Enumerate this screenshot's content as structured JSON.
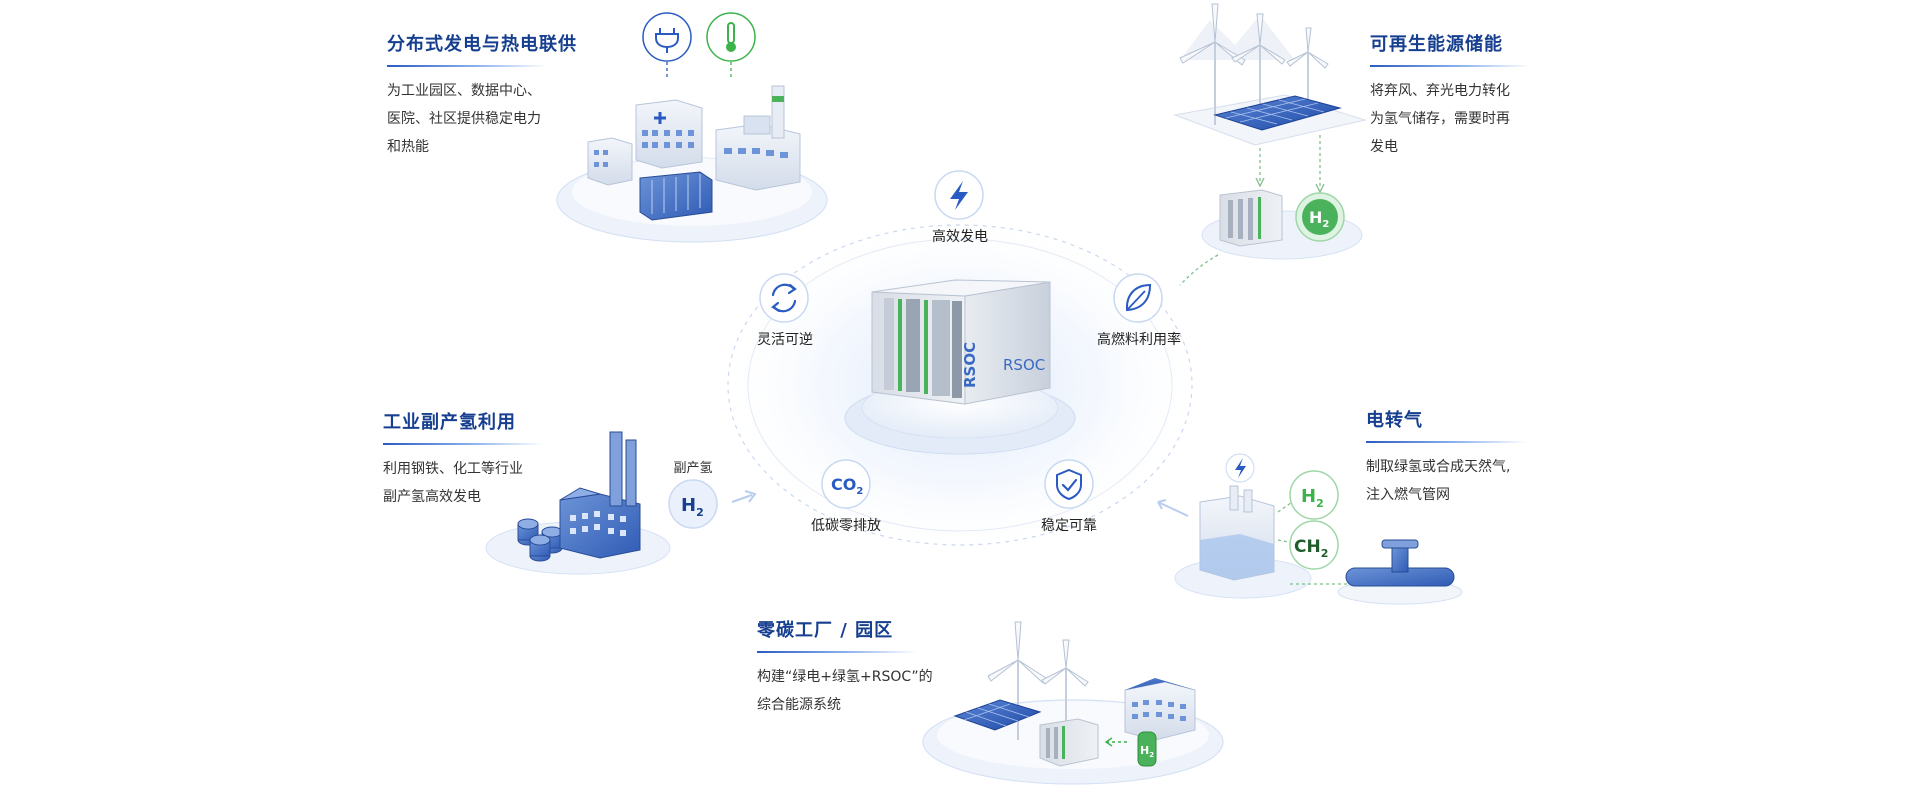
{
  "center_device_text": [
    "RSOC",
    "RSOC"
  ],
  "features": [
    {
      "label": "高效发电",
      "icon": "lightning-icon"
    },
    {
      "label": "灵活可逆",
      "icon": "cycle-arrows-icon"
    },
    {
      "label": "高燃料利用率",
      "icon": "leaf-icon"
    },
    {
      "label": "低碳零排放",
      "icon": "co2-icon",
      "icon_text": "CO",
      "icon_sub": "2"
    },
    {
      "label": "稳定可靠",
      "icon": "shield-check-icon"
    }
  ],
  "applications": {
    "chp": {
      "title": "分布式发电与热电联供",
      "desc": [
        "为工业园区、数据中心、",
        "医院、社区提供稳定电力",
        "和热能"
      ],
      "icons": [
        "power-plug-icon",
        "thermometer-icon"
      ]
    },
    "storage": {
      "title": "可再生能源储能",
      "desc": [
        "将弃风、弃光电力转化",
        "为氢气储存，需要时再",
        "发电"
      ],
      "badge_text": "H",
      "badge_sub": "2"
    },
    "byproduct": {
      "title": "工业副产氢利用",
      "desc": [
        "利用钢铁、化工等行业",
        "副产氢高效发电"
      ],
      "h2_label": "副产氢",
      "badge_text": "H",
      "badge_sub": "2"
    },
    "p2g": {
      "title": "电转气",
      "desc": [
        "制取绿氢或合成天然气,",
        "注入燃气管网"
      ],
      "badge_h2_text": "H",
      "badge_h2_sub": "2",
      "badge_ch_text": "CH",
      "badge_ch_sub": "2"
    },
    "zero_carbon": {
      "title": "零碳工厂 / 园区",
      "desc": [
        "构建“绿电+绿氢+RSOC”的",
        "综合能源系统"
      ],
      "badge_text": "H",
      "badge_sub": "2"
    }
  },
  "colors": {
    "title_blue": "#173f8f",
    "accent_blue": "#2a5bc2",
    "green": "#3cb34a",
    "text": "#333333"
  }
}
